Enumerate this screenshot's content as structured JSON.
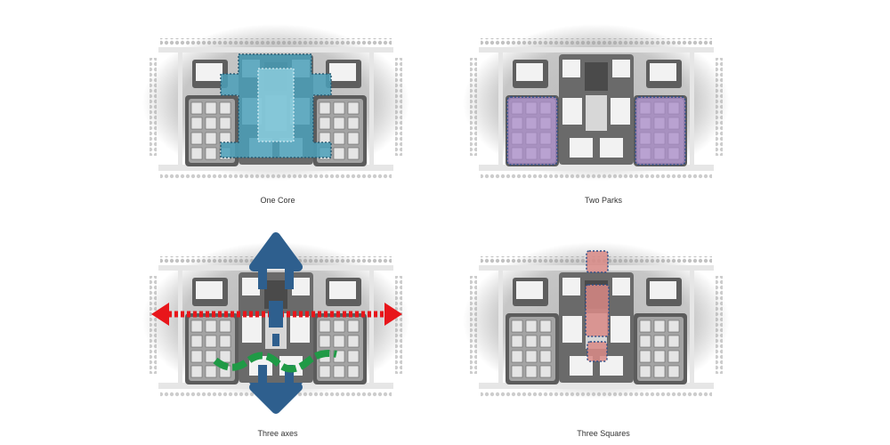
{
  "panels": [
    {
      "id": "one-core",
      "caption": "One Core",
      "highlight_color": "#4a9fb8"
    },
    {
      "id": "two-parks",
      "caption": "Two Parks",
      "highlight_color": "#a98bc9"
    },
    {
      "id": "three-axes",
      "caption": "Three axes",
      "axis_colors": {
        "vertical": "#2e5f8e",
        "horizontal": "#e8161b",
        "curve": "#1f9a46"
      }
    },
    {
      "id": "three-squares",
      "caption": "Three Squares",
      "highlight_color": "#d98a86"
    }
  ]
}
